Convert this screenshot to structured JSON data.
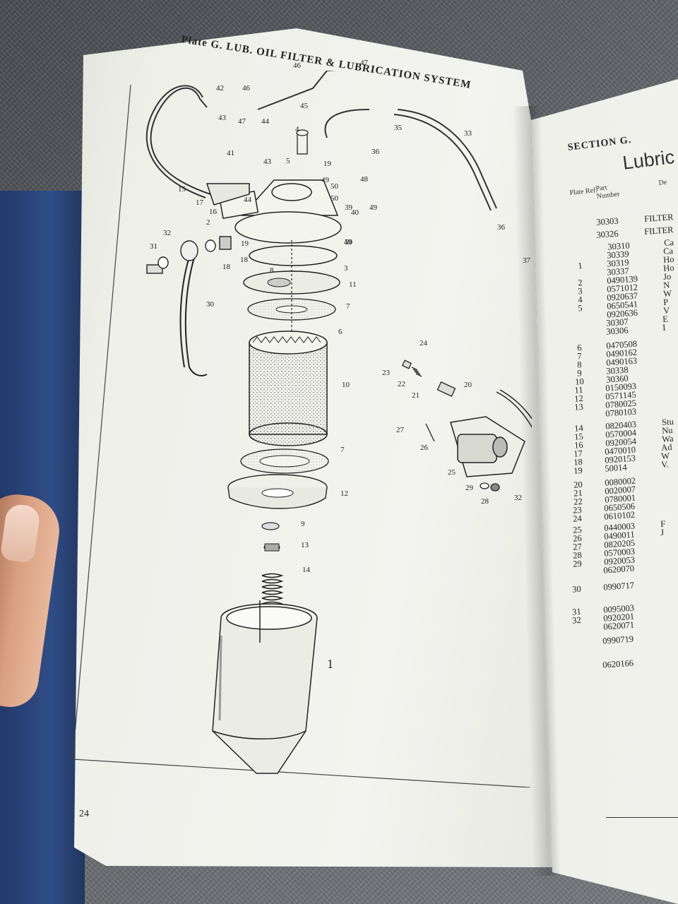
{
  "plate_title": "Plate G.  LUB.  OIL  FILTER  &  LUBRICATION  SYSTEM",
  "left_page_number": "24",
  "right_page": {
    "section": "SECTION G.",
    "title": "Lubric",
    "header_plate_ref": "Plate Ref.",
    "header_part_number": "Part Number",
    "header_desc": "De",
    "rows": [
      {
        "ref": "",
        "part": "30303",
        "desc": "FILTER"
      },
      {
        "ref": "",
        "part": "30326",
        "desc": "FILTER"
      },
      {
        "ref": "",
        "part": "30310",
        "desc": "Ca"
      },
      {
        "ref": "",
        "part": "30339",
        "desc": "Ca"
      },
      {
        "ref": "1",
        "part": "30319",
        "desc": "Ho"
      },
      {
        "ref": "",
        "part": "30337",
        "desc": "Ho"
      },
      {
        "ref": "2",
        "part": "0490139",
        "desc": "Jo"
      },
      {
        "ref": "3",
        "part": "0571012",
        "desc": "N"
      },
      {
        "ref": "4",
        "part": "0920637",
        "desc": "W"
      },
      {
        "ref": "5",
        "part": "0650541",
        "desc": "P"
      },
      {
        "ref": "",
        "part": "0920636",
        "desc": "V"
      },
      {
        "ref": "",
        "part": "30307",
        "desc": "E"
      },
      {
        "ref": "",
        "part": "30306",
        "desc": "I"
      },
      {
        "ref": "6",
        "part": "0470508",
        "desc": ""
      },
      {
        "ref": "7",
        "part": "0490162",
        "desc": ""
      },
      {
        "ref": "8",
        "part": "0490163",
        "desc": ""
      },
      {
        "ref": "9",
        "part": "30338",
        "desc": ""
      },
      {
        "ref": "10",
        "part": "30360",
        "desc": ""
      },
      {
        "ref": "11",
        "part": "0150093",
        "desc": ""
      },
      {
        "ref": "12",
        "part": "0571145",
        "desc": ""
      },
      {
        "ref": "13",
        "part": "0780025",
        "desc": ""
      },
      {
        "ref": "",
        "part": "0780103",
        "desc": ""
      },
      {
        "ref": "14",
        "part": "0820403",
        "desc": "Stu"
      },
      {
        "ref": "15",
        "part": "0570004",
        "desc": "Nu"
      },
      {
        "ref": "16",
        "part": "0920054",
        "desc": "Wa"
      },
      {
        "ref": "17",
        "part": "0470010",
        "desc": "Ad"
      },
      {
        "ref": "18",
        "part": "0920153",
        "desc": "W"
      },
      {
        "ref": "19",
        "part": "50014",
        "desc": "V."
      },
      {
        "ref": "20",
        "part": "0080002",
        "desc": ""
      },
      {
        "ref": "21",
        "part": "0020007",
        "desc": ""
      },
      {
        "ref": "22",
        "part": "0780001",
        "desc": ""
      },
      {
        "ref": "23",
        "part": "0650506",
        "desc": ""
      },
      {
        "ref": "24",
        "part": "0610102",
        "desc": ""
      },
      {
        "ref": "25",
        "part": "0440003",
        "desc": "F"
      },
      {
        "ref": "26",
        "part": "0490011",
        "desc": "J"
      },
      {
        "ref": "27",
        "part": "0820205",
        "desc": ""
      },
      {
        "ref": "28",
        "part": "0570003",
        "desc": ""
      },
      {
        "ref": "29",
        "part": "0920053",
        "desc": ""
      },
      {
        "ref": "",
        "part": "0620070",
        "desc": ""
      },
      {
        "ref": "30",
        "part": "0990717",
        "desc": ""
      },
      {
        "ref": "31",
        "part": "0095003",
        "desc": ""
      },
      {
        "ref": "32",
        "part": "0920201",
        "desc": ""
      },
      {
        "ref": "",
        "part": "0620071",
        "desc": ""
      },
      {
        "ref": "",
        "part": "0990719",
        "desc": ""
      },
      {
        "ref": "",
        "part": "0620166",
        "desc": ""
      }
    ]
  },
  "callouts": [
    "1",
    "2",
    "3",
    "4",
    "5",
    "6",
    "7",
    "7",
    "8",
    "9",
    "10",
    "11",
    "12",
    "13",
    "14",
    "15",
    "16",
    "17",
    "18",
    "18",
    "19",
    "19",
    "20",
    "21",
    "22",
    "23",
    "24",
    "25",
    "26",
    "27",
    "28",
    "29",
    "30",
    "31",
    "32",
    "32",
    "33",
    "35",
    "36",
    "36",
    "37",
    "39",
    "40",
    "41",
    "42",
    "43",
    "43",
    "44",
    "44",
    "45",
    "46",
    "46",
    "47",
    "47",
    "48",
    "49",
    "49",
    "49",
    "50",
    "50",
    "50"
  ]
}
